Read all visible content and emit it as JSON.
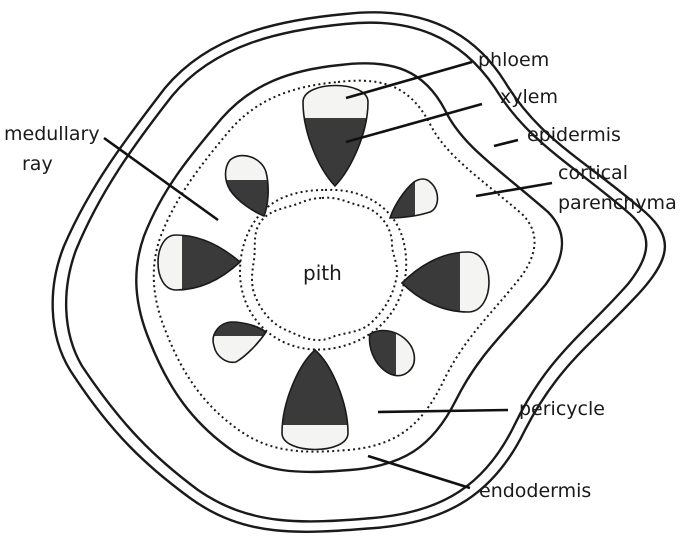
{
  "labels": {
    "phloem": "phloem",
    "xylem": "xylem",
    "epidermis": "epidermis",
    "medullary_ray_line1": "medullary",
    "medullary_ray_line2": "ray",
    "cortical_parenchyma_line1": "cortical",
    "cortical_parenchyma_line2": "parenchyma",
    "pith": "pith",
    "pericycle": "pericycle",
    "endodermis": "endodermis"
  },
  "colors": {
    "ink": "#1a1a1a",
    "xylem_fill": "#3a3a3a",
    "phloem_fill": "#f4f4f2",
    "background": "#ffffff"
  },
  "vascular_bundle_count": 8
}
